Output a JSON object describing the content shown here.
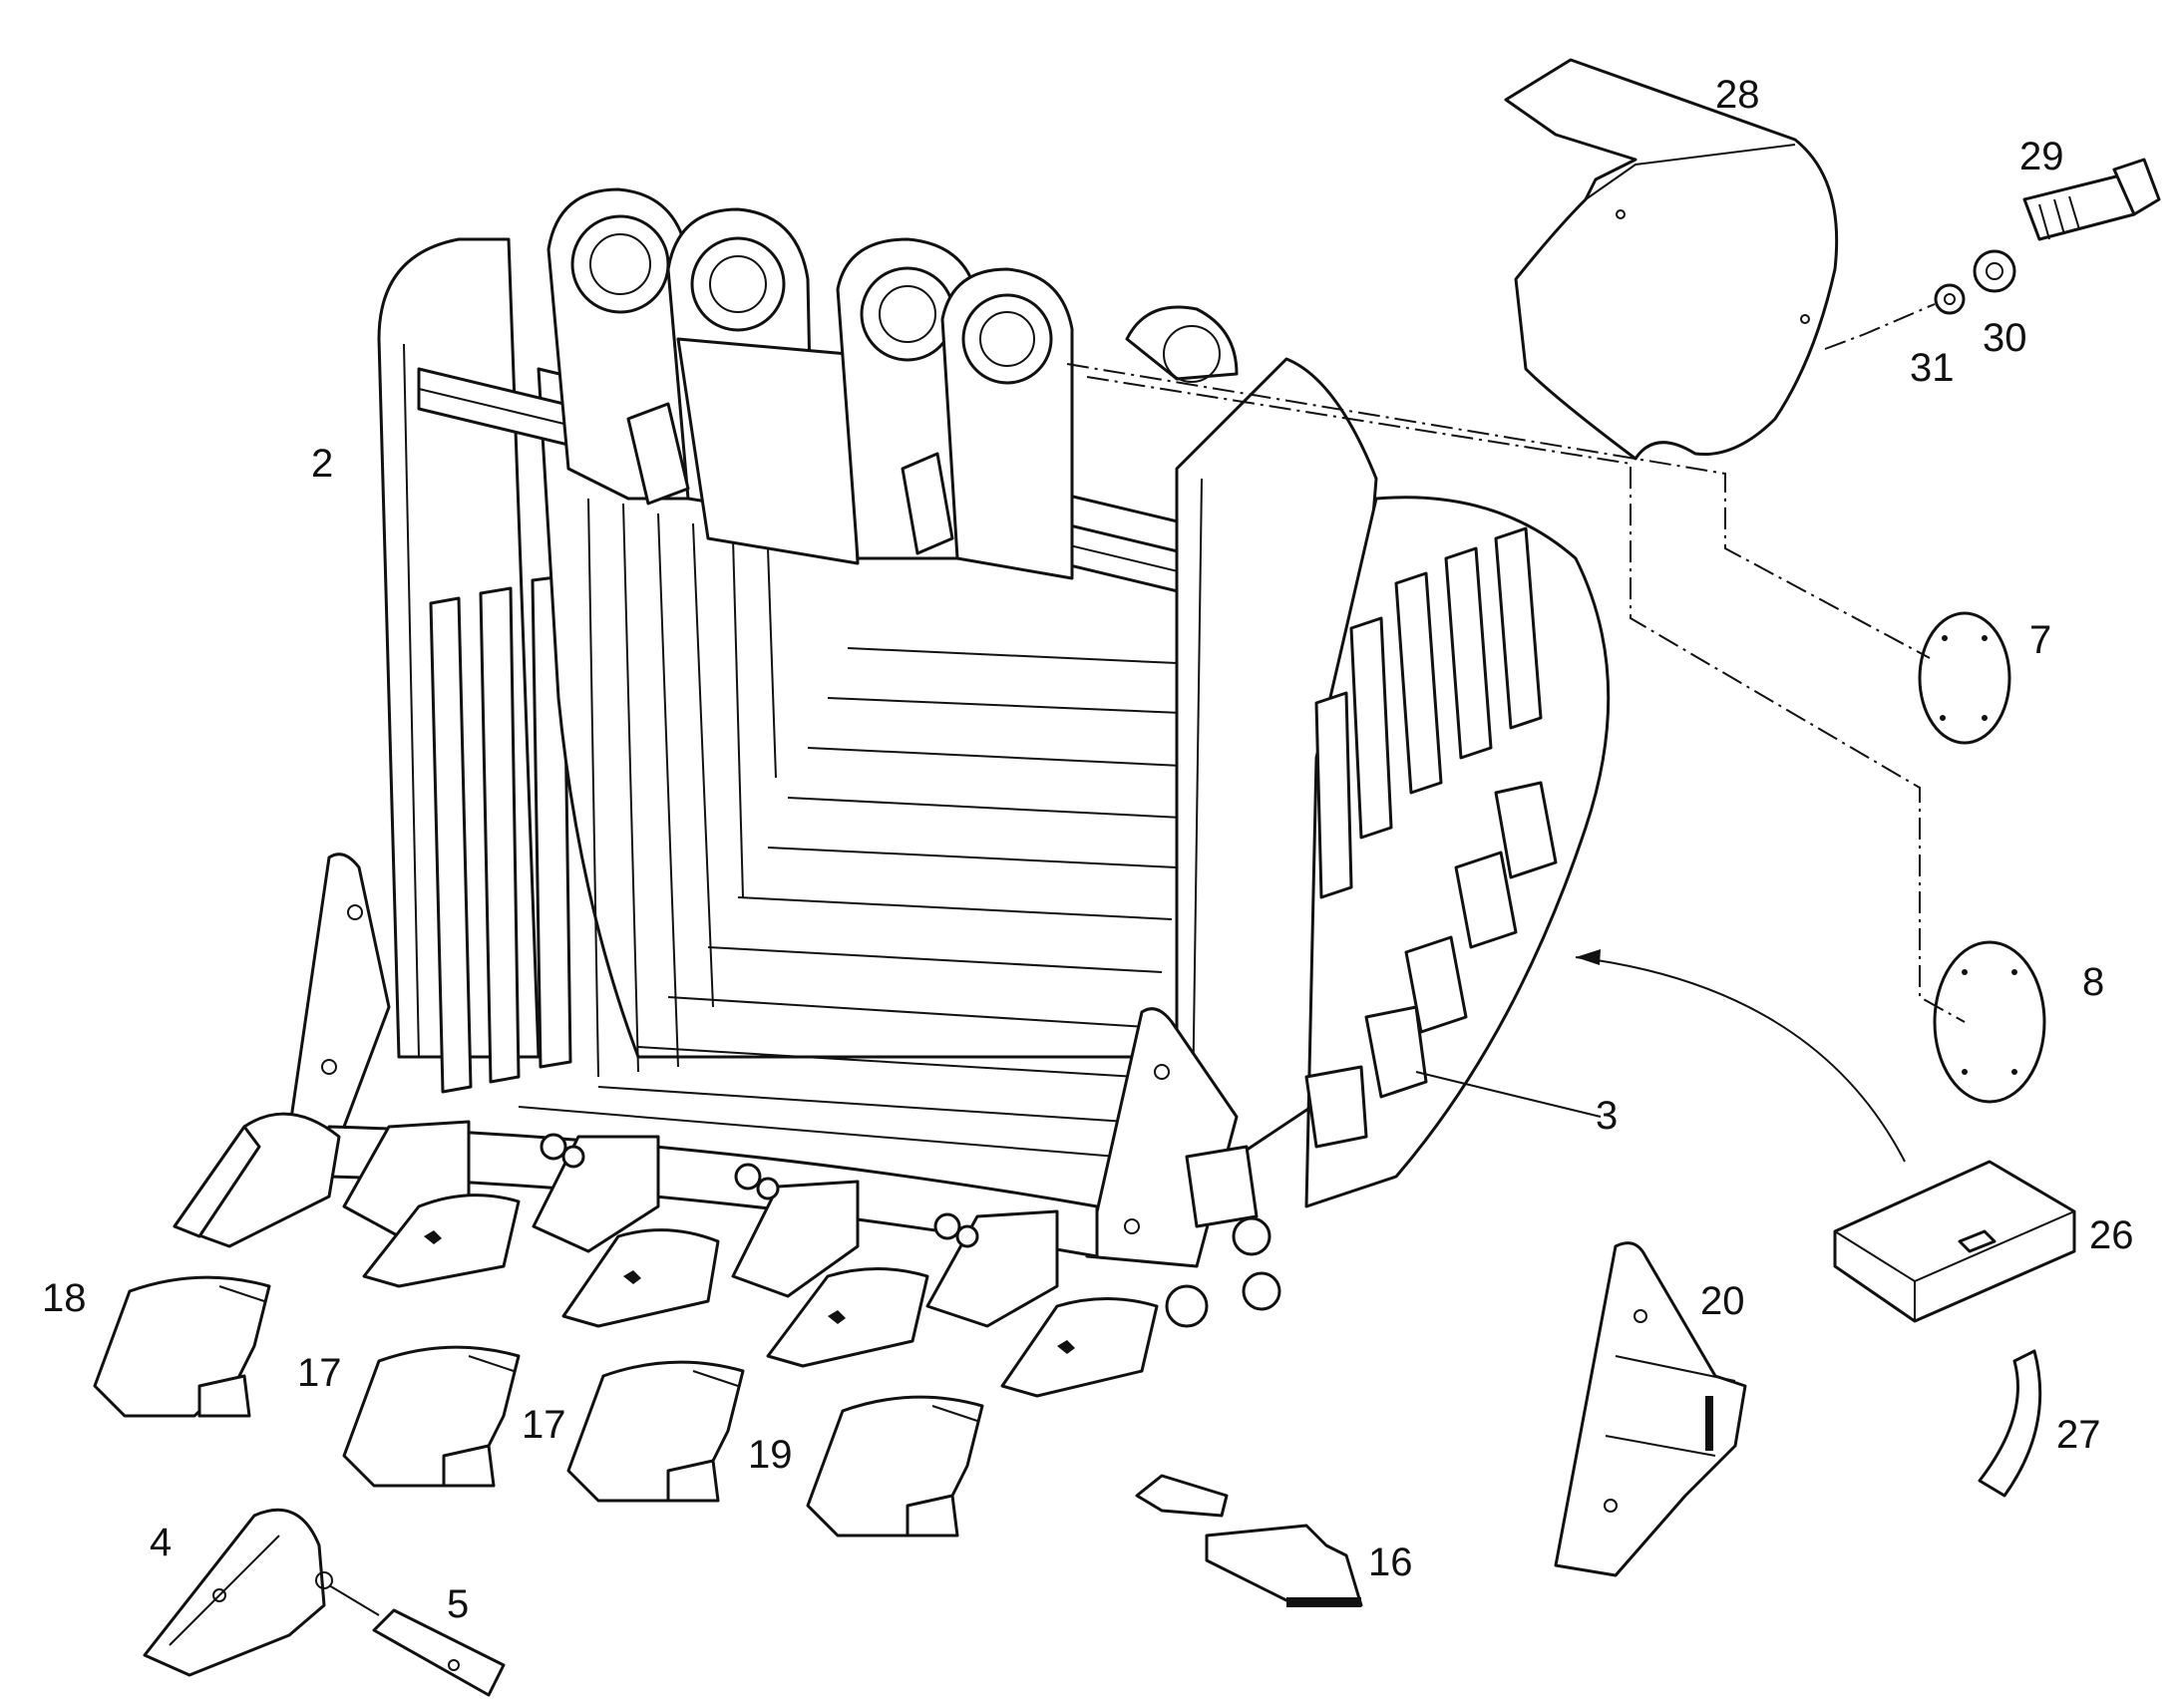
{
  "callouts": [
    "2",
    "28",
    "29",
    "30",
    "31",
    "7",
    "8",
    "3",
    "26",
    "27",
    "20",
    "18",
    "17",
    "17",
    "19",
    "4",
    "5",
    "16"
  ]
}
